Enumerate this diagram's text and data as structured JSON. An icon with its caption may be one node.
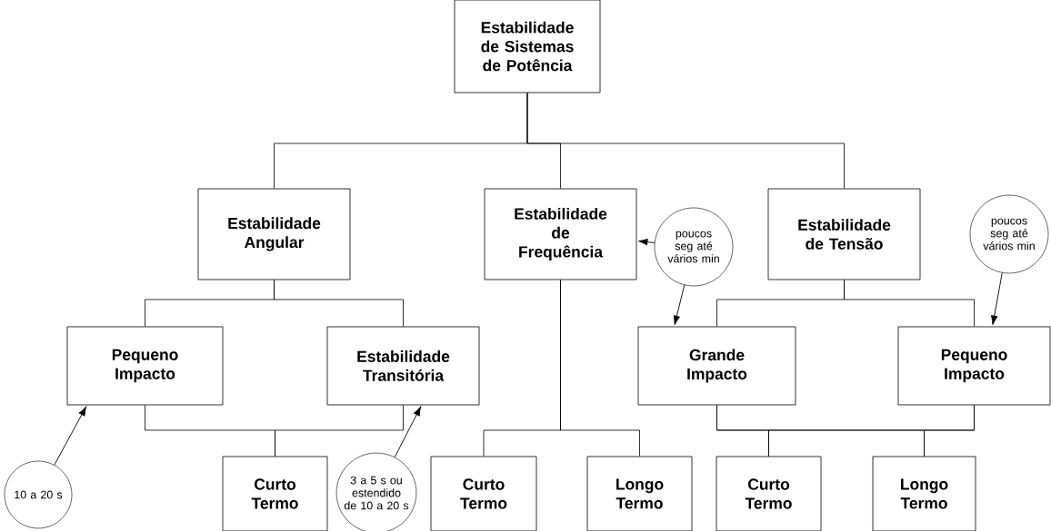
{
  "diagram": {
    "nodes": [
      {
        "text": [
          "Estabilidade de Sistemas de Potência"
        ]
      },
      {
        "text": [
          "Estabilidade Angular"
        ]
      },
      {
        "text": [
          "Estabilidade de Frequência"
        ]
      },
      {
        "text": [
          "Estabilidade de Tensão"
        ]
      },
      {
        "text": [
          "Pequeno Impacto"
        ]
      },
      {
        "text": [
          "Estabilidade Transitória"
        ]
      },
      {
        "text": [
          "Grande Impacto"
        ]
      },
      {
        "text": [
          "Pequeno Impacto"
        ]
      },
      {
        "text": [
          "Curto Termo"
        ]
      },
      {
        "text": [
          "Curto Termo"
        ]
      },
      {
        "text": [
          "Longo Termo"
        ]
      },
      {
        "text": [
          "Curto Termo"
        ]
      },
      {
        "text": [
          "Longo Termo"
        ]
      },
      {
        "text": [
          "10 a 20 s"
        ]
      },
      {
        "text": [
          "3 a 5 s ou estendido de 10 a 20 s"
        ]
      },
      {
        "text": [
          "poucos seg até vários min"
        ]
      },
      {
        "text": [
          "poucos seg até vários min"
        ]
      }
    ],
    "edges": [
      {
        "from": 0,
        "to": 1,
        "arrow": "none"
      },
      {
        "from": 0,
        "to": 2,
        "arrow": "none"
      },
      {
        "from": 0,
        "to": 3,
        "arrow": "none"
      },
      {
        "from": 1,
        "to": 4,
        "arrow": "none"
      },
      {
        "from": 1,
        "to": 5,
        "arrow": "none"
      },
      {
        "from": 3,
        "to": 6,
        "arrow": "none"
      },
      {
        "from": 3,
        "to": 7,
        "arrow": "none"
      },
      {
        "from": 4,
        "to": 8,
        "arrow": "none"
      },
      {
        "from": 5,
        "to": 8,
        "arrow": "none"
      },
      {
        "from": 2,
        "to": 9,
        "arrow": "none"
      },
      {
        "from": 2,
        "to": 10,
        "arrow": "none"
      },
      {
        "from": 6,
        "to": 11,
        "arrow": "none"
      },
      {
        "from": 6,
        "to": 12,
        "arrow": "none"
      },
      {
        "from": 7,
        "to": 11,
        "arrow": "none"
      },
      {
        "from": 7,
        "to": 12,
        "arrow": "none"
      },
      {
        "from": 13,
        "to": 4,
        "arrow": "to"
      },
      {
        "from": 14,
        "to": 5,
        "arrow": "to"
      },
      {
        "from": 15,
        "to": 2,
        "arrow": "to"
      },
      {
        "from": 15,
        "to": 6,
        "arrow": "to"
      },
      {
        "from": 16,
        "to": 7,
        "arrow": "to"
      }
    ]
  }
}
